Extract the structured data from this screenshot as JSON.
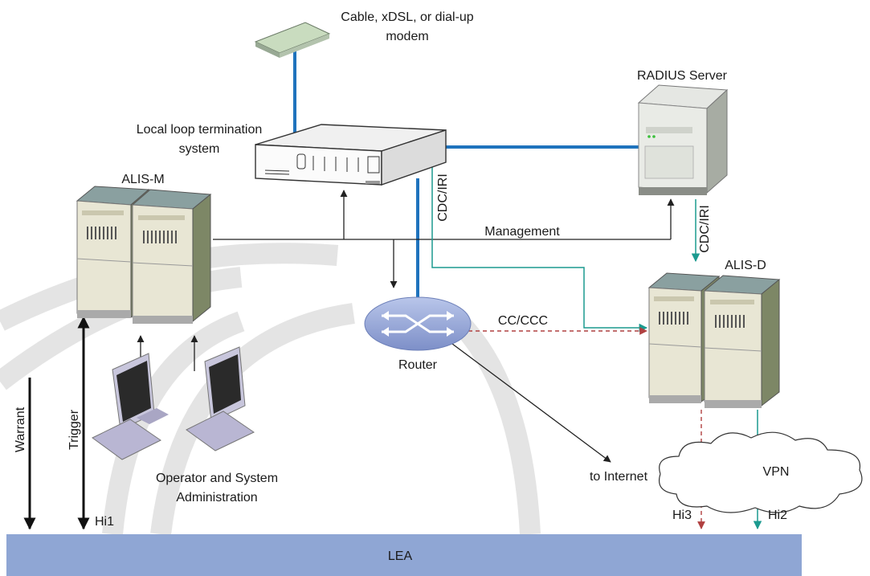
{
  "labels": {
    "modem": [
      "Cable, xDSL, or dial-up",
      "modem"
    ],
    "radius": "RADIUS Server",
    "local_loop": [
      "Local loop termination",
      "system"
    ],
    "alis_m": "ALIS-M",
    "alis_d": "ALIS-D",
    "management": "Management",
    "cdc_iri_left": "CDC/IRI",
    "cdc_iri_right": "CDC/IRI",
    "cc_ccc": "CC/CCC",
    "router": "Router",
    "to_internet": "to Internet",
    "operator": [
      "Operator and System",
      "Administration"
    ],
    "warrant": "Warrant",
    "trigger": "Trigger",
    "hi1": "Hi1",
    "hi2": "Hi2",
    "hi3": "Hi3",
    "vpn": "VPN",
    "lea": "LEA"
  },
  "colors": {
    "blue_link": "#1f73bd",
    "teal_link": "#1b9a8f",
    "red_link": "#b04040",
    "lea_bar": "#8fa6d4",
    "arc": "#e6e6e6"
  }
}
